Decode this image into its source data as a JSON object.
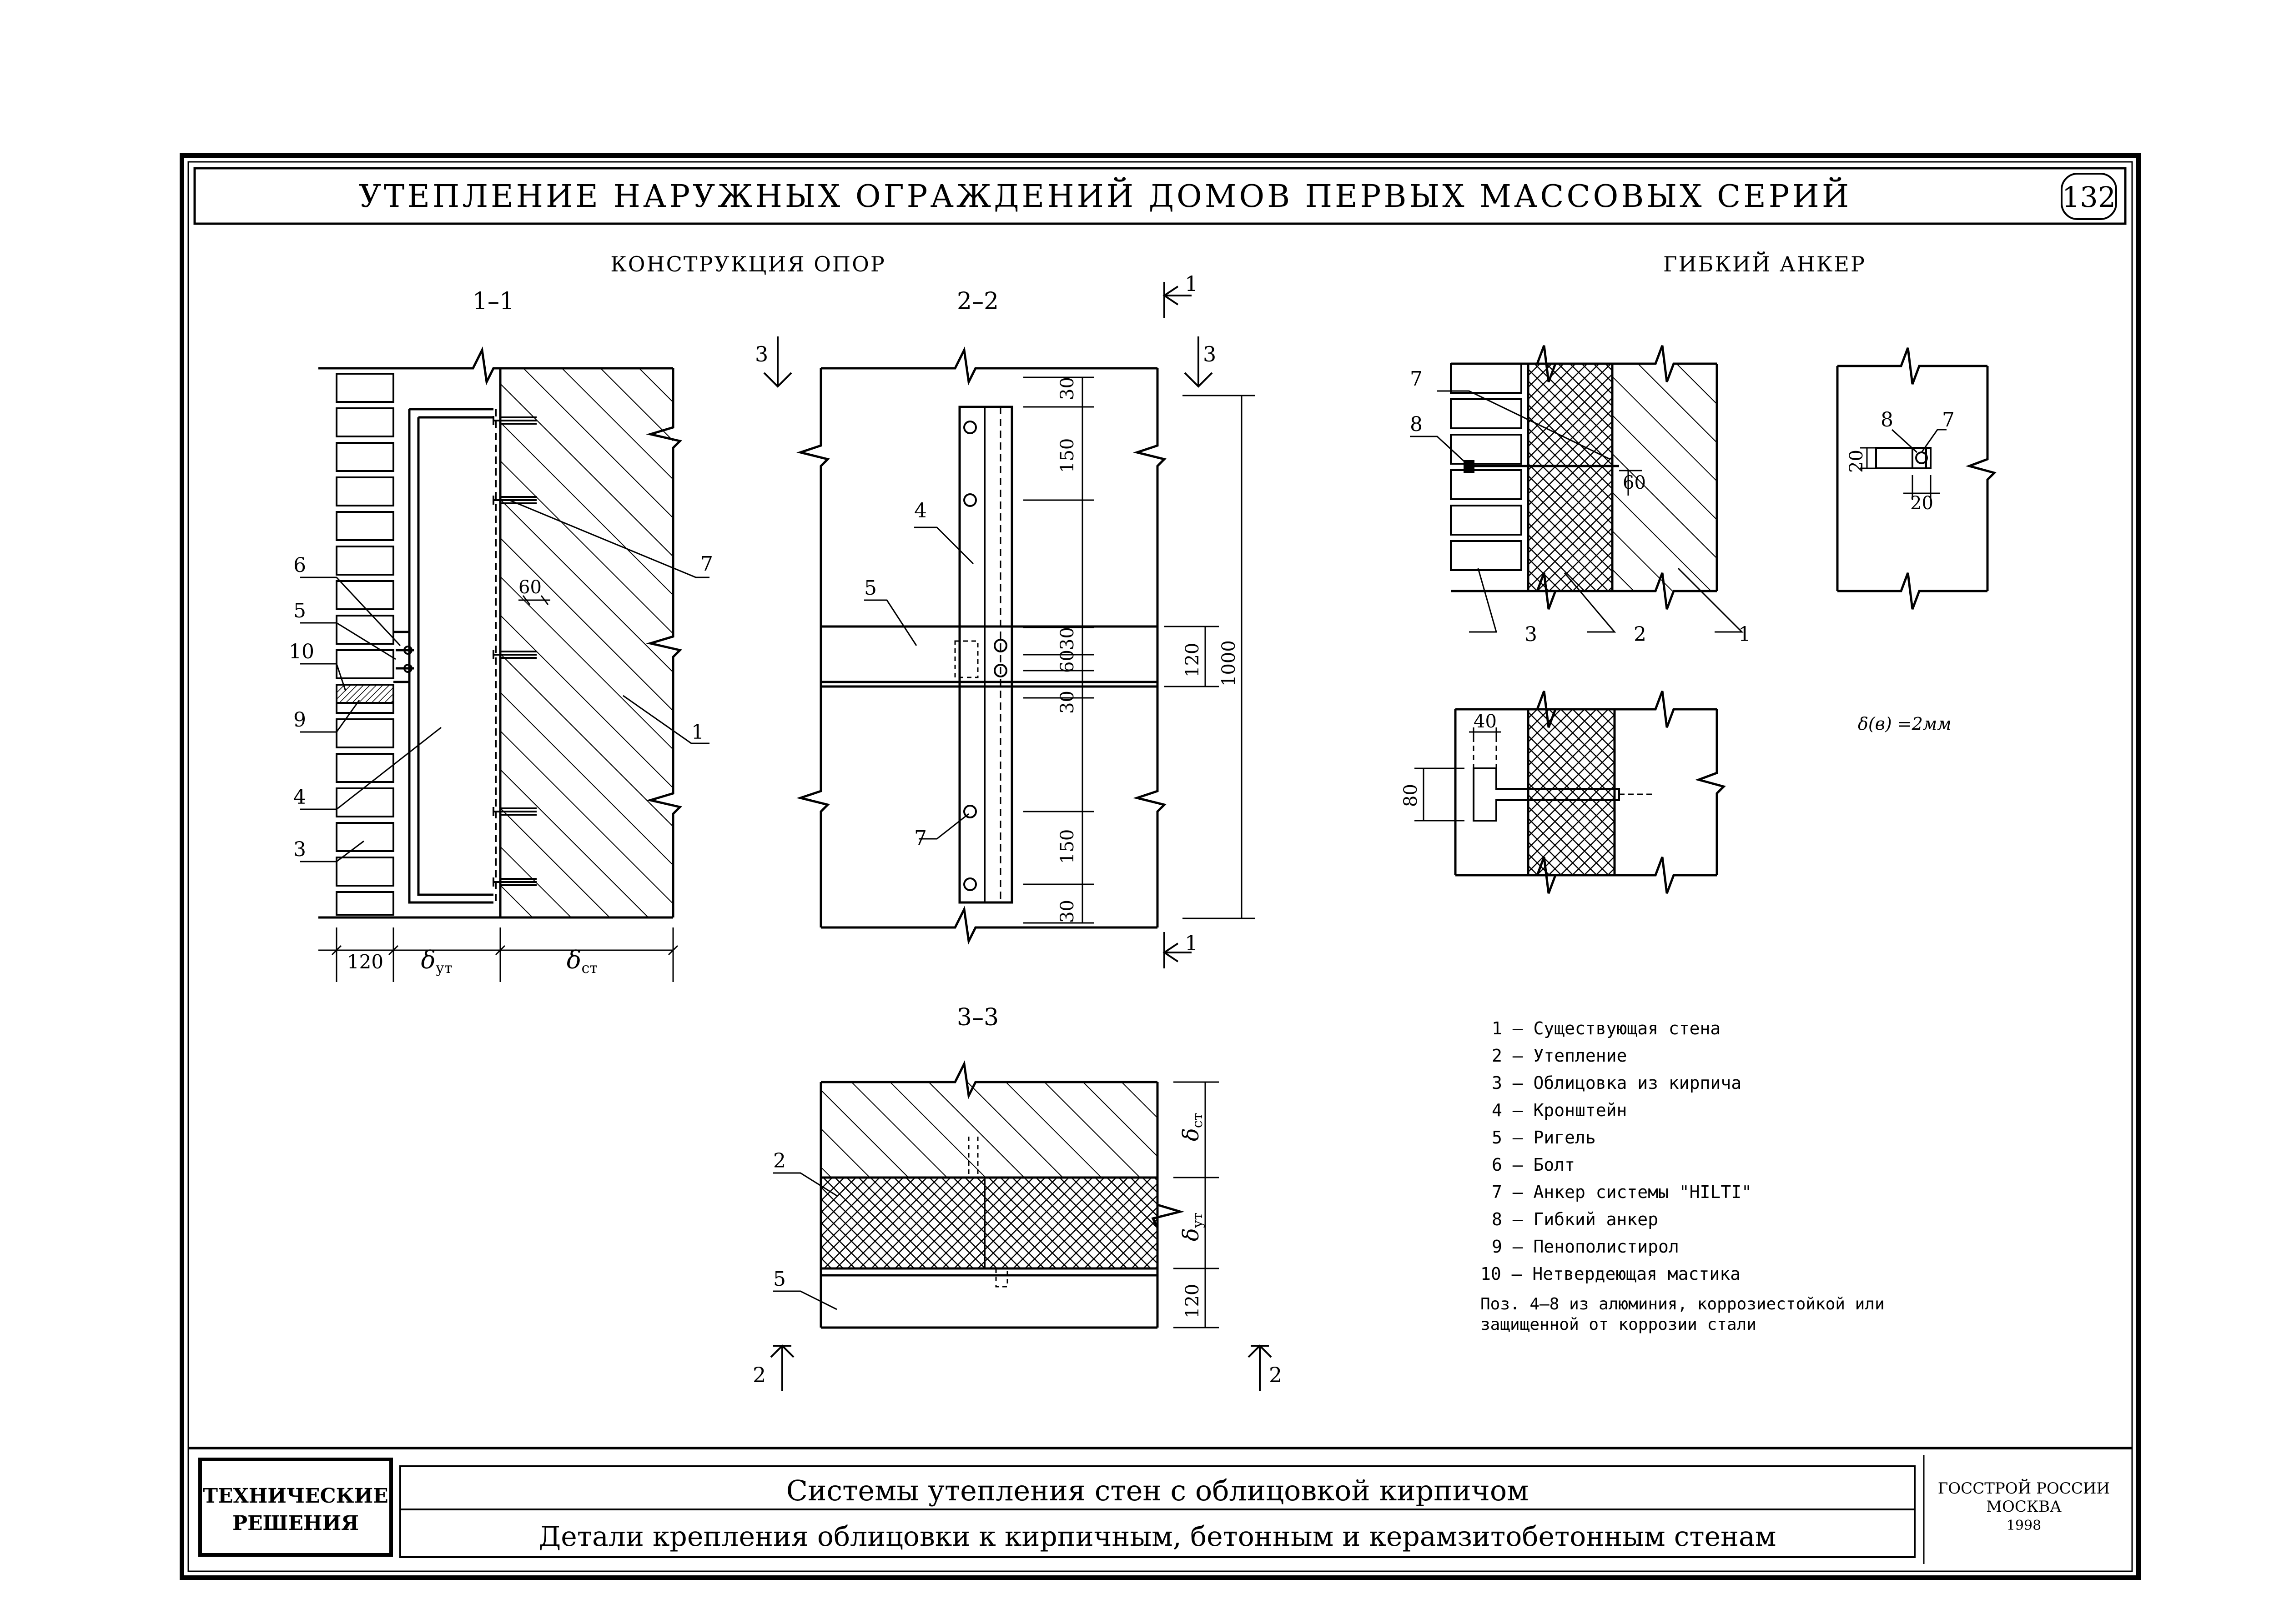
{
  "sheet": {
    "title": "УТЕПЛЕНИЕ НАРУЖНЫХ ОГРАЖДЕНИЙ ДОМОВ ПЕРВЫХ МАССОВЫХ СЕРИЙ",
    "page_number": "132"
  },
  "section_titles": {
    "supports": "КОНСТРУКЦИЯ ОПОР",
    "flexible_anchor": "ГИБКИЙ АНКЕР"
  },
  "cuts": {
    "s11": "1–1",
    "s22": "2–2",
    "s33": "3–3",
    "mark1": "1",
    "mark2": "2",
    "mark3": "3"
  },
  "dims": {
    "d120": "120",
    "d30": "30",
    "d150": "150",
    "d60": "60",
    "d1000": "1000",
    "d40": "40",
    "d80": "80",
    "d20": "20",
    "delta": "δ",
    "sub_ut": "ут",
    "sub_st": "ст",
    "thickness_note": "δ(в) =2мм"
  },
  "callouts": [
    "1",
    "2",
    "3",
    "4",
    "5",
    "6",
    "7",
    "8",
    "9",
    "10"
  ],
  "legend": [
    "1 – Существующая стена",
    "2 – Утепление",
    "3 – Облицовка из кирпича",
    "4 – Кронштейн",
    "5 – Ригель",
    "6 – Болт",
    "7 – Анкер системы \"HILTI\"",
    "8 – Гибкий анкер",
    "9 – Пенополистирол",
    "10 – Нетвердеющая мастика"
  ],
  "note": {
    "line1": "Поз. 4–8 из алюминия, коррозиестойкой или",
    "line2": "защищенной от коррозии стали"
  },
  "title_block": {
    "category_line1": "ТЕХНИЧЕСКИЕ",
    "category_line2": "РЕШЕНИЯ",
    "name_line1": "Системы утепления стен с облицовкой кирпичом",
    "name_line2": "Детали крепления облицовки к кирпичным, бетонным и керамзитобетонным стенам",
    "org_line1": "ГОССТРОЙ РОССИИ",
    "org_line2": "МОСКВА",
    "org_line3": "1998"
  }
}
